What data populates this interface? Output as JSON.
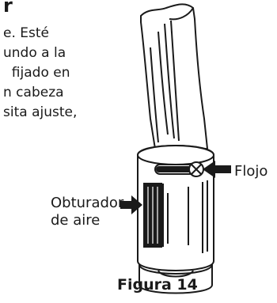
{
  "heading": "r",
  "body_lines": [
    "e.  Esté",
    "undo a la",
    "  fijado en",
    "n cabeza",
    "sita ajuste,"
  ],
  "callouts": {
    "loose_label": "Flojo",
    "air_shutter_label_line1": "Obturador",
    "air_shutter_label_line2": "de aire"
  },
  "caption": "Figura 14"
}
